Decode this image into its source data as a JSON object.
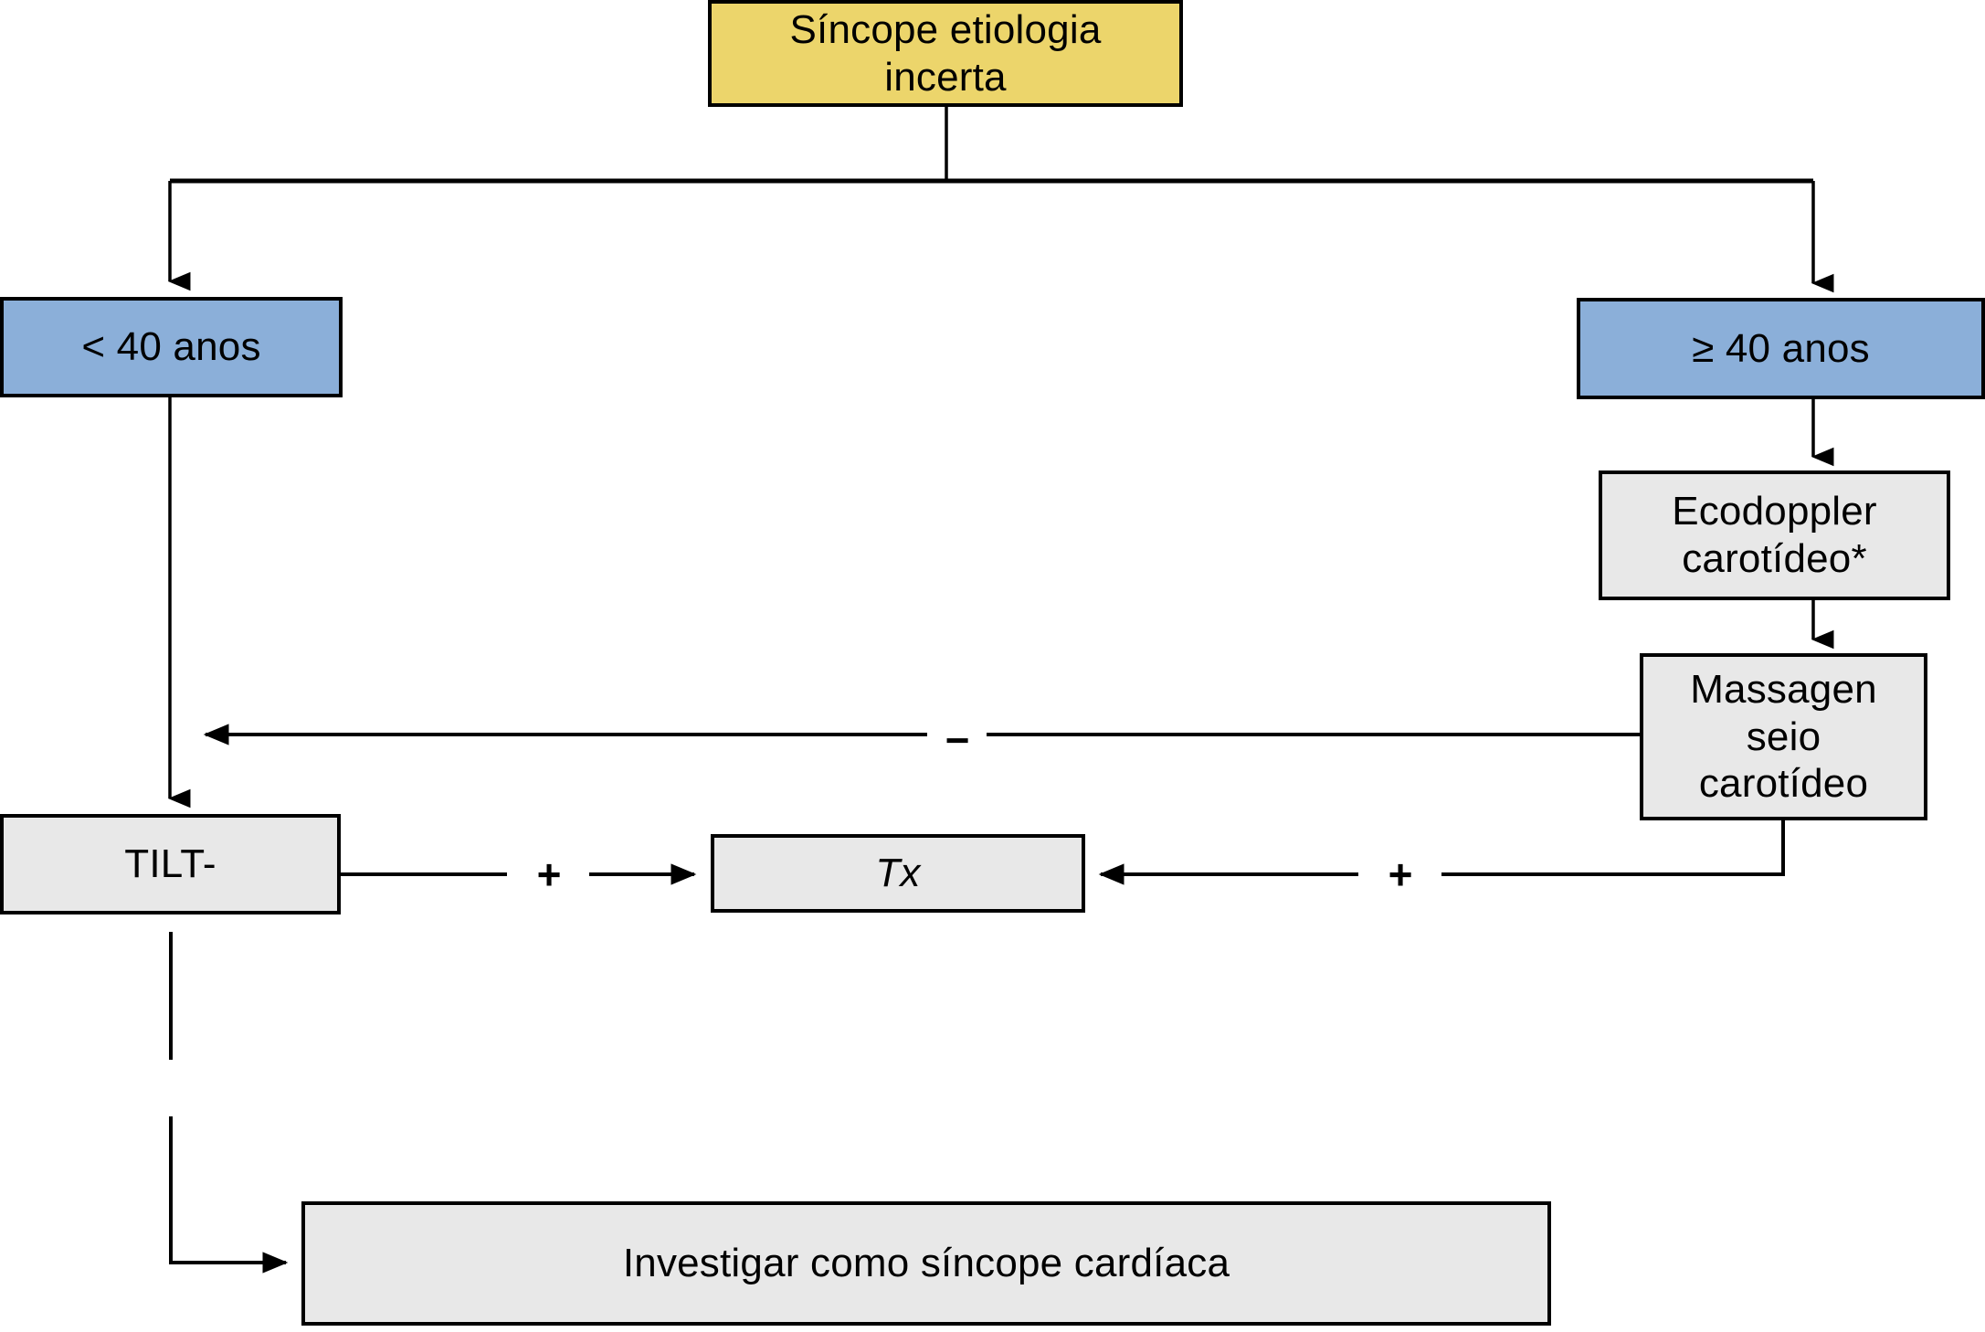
{
  "diagram": {
    "title_text": "Síncope etiologia incerta",
    "language": "pt-BR",
    "colors": {
      "yellow_fill": "#ecd56b",
      "blue_fill": "#8bafd9",
      "gray_fill": "#e8e8e8",
      "stroke": "#000000",
      "background": "#ffffff"
    },
    "nodes": [
      {
        "id": "root",
        "label": "Síncope etiologia\nincerta",
        "style": "yellow"
      },
      {
        "id": "under40",
        "label": "< 40 anos",
        "style": "blue"
      },
      {
        "id": "over40",
        "label": "≥ 40 anos",
        "style": "blue"
      },
      {
        "id": "ecodoppler",
        "label": "Ecodoppler\ncarotídeo*",
        "style": "gray"
      },
      {
        "id": "massagem",
        "label": "Massagen\nseio\ncarotídeo",
        "style": "gray"
      },
      {
        "id": "tilt",
        "label": "TILT-",
        "style": "gray"
      },
      {
        "id": "tx",
        "label": "Tx",
        "style": "gray"
      },
      {
        "id": "cardiaca",
        "label": "Investigar como síncope cardíaca",
        "style": "gray"
      }
    ],
    "edge_labels": {
      "massagem_to_tilt": "−",
      "tilt_to_tx": "+",
      "massagem_to_tx": "+"
    }
  }
}
